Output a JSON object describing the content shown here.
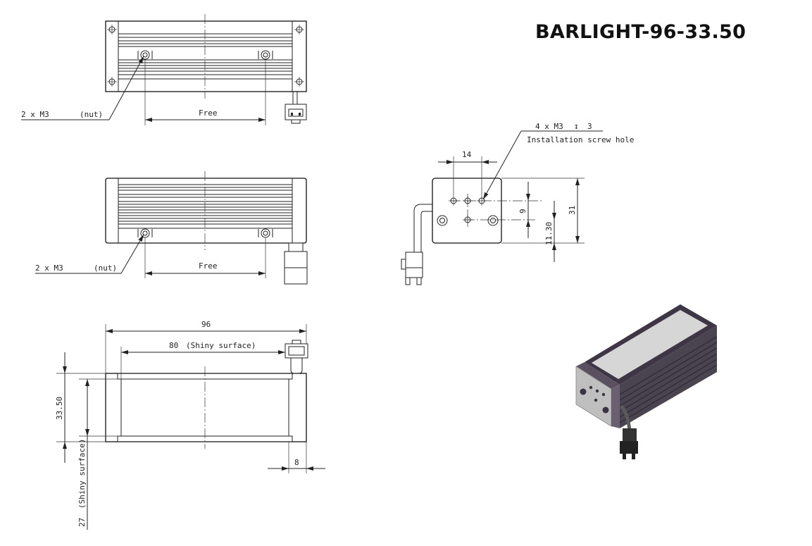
{
  "title": "BARLIGHT-96-33.50",
  "top_view": {
    "mount_label": "2 x M3",
    "nut_label": "(nut)",
    "free_label": "Free"
  },
  "middle_view": {
    "mount_label": "2 x M3",
    "nut_label": "(nut)",
    "free_label": "Free"
  },
  "side_view": {
    "length": "96",
    "shiny_length": "80",
    "shiny_length_note": "(Shiny surface)",
    "height": "33.50",
    "shiny_width": "27",
    "shiny_width_note": "(Shiny surface)",
    "end_offset": "8"
  },
  "end_view": {
    "screw_label": "4 x M3",
    "depth_symbol": "↧",
    "screw_depth": "3",
    "screw_note": "Installation screw hole",
    "dim_horizontal": "14",
    "dim_inner": "9",
    "dim_height": "31",
    "dim_offset": "11.30"
  },
  "colors": {
    "line": "#222222",
    "product_body": "#4a4350",
    "product_face": "#bfbfbf"
  }
}
